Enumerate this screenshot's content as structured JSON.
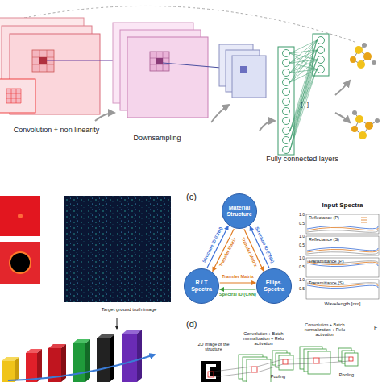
{
  "diagram": {
    "nodes": [
      {
        "text": [
          "Material Structure"
        ]
      },
      {
        "text": [
          "R / T Spectra"
        ]
      },
      {
        "text": [
          "Ellips. Spectra"
        ]
      }
    ],
    "edges": [
      {
        "from": 0,
        "to": 1,
        "arrow": "to",
        "label": "Transfer Matrix"
      },
      {
        "from": 1,
        "to": 0,
        "arrow": "to",
        "label": "Structure ID (CNN)"
      },
      {
        "from": 0,
        "to": 2,
        "arrow": "to",
        "label": "Transfer Matrix"
      },
      {
        "from": 2,
        "to": 0,
        "arrow": "to",
        "label": "Structure ID (CNN)"
      },
      {
        "from": 1,
        "to": 2,
        "arrow": "to",
        "label": "Transfer Matrix"
      },
      {
        "from": 2,
        "to": 1,
        "arrow": "to",
        "label": "Spectral ID (CNN)"
      }
    ],
    "labels": [
      "Convolution + non linearity",
      "Downsampling",
      "[...]",
      "Fully connected layers",
      "Target ground truth image",
      "(c)",
      "Input Spectra",
      "Reflectance (P)",
      "1.0",
      "0.5",
      "Reflectance (S)",
      "1.0",
      "0.5",
      "Transmittance (P)",
      "1.0",
      "0.5",
      "Transmittance (S)",
      "1.0",
      "0.5",
      "Wavelength [nm]",
      "(d)",
      "2D Image of the structure",
      "Convolution + Batch normalization + Relu activation",
      "Pooling",
      "Convolution + Batch normalization + Relu activation",
      "Pooling",
      "F"
    ]
  }
}
